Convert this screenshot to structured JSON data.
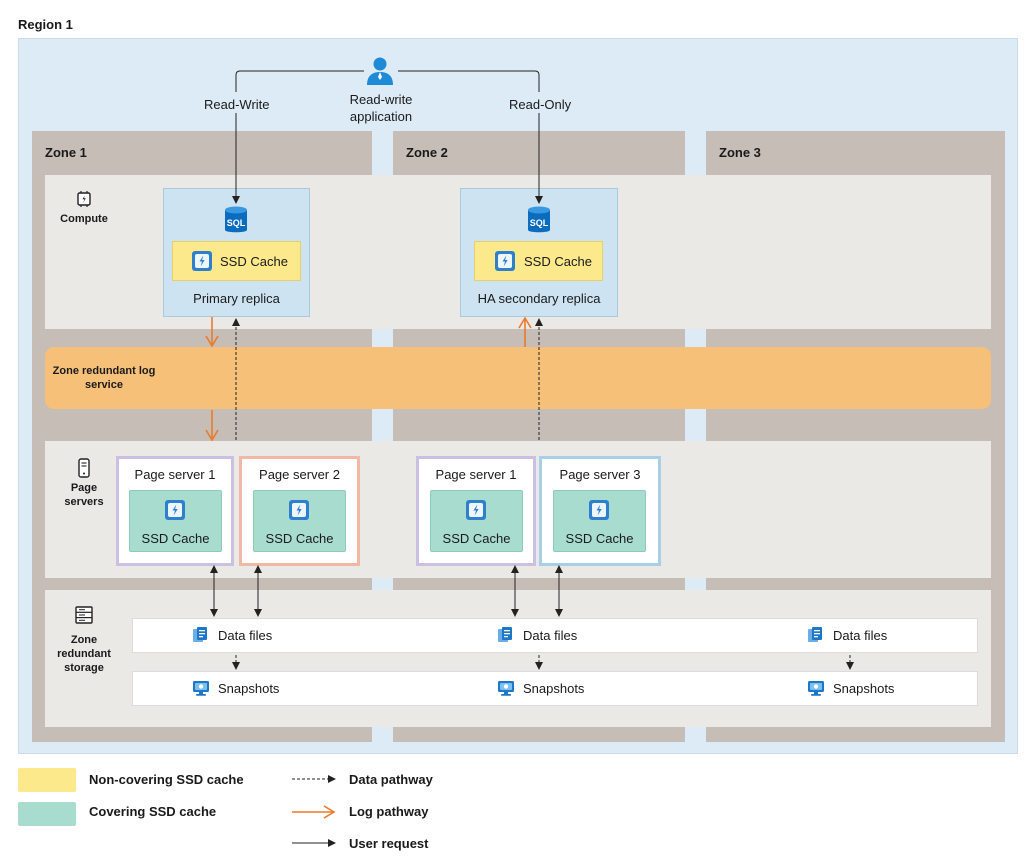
{
  "region": {
    "title": "Region 1"
  },
  "user": {
    "label": "Read-write application",
    "read_write": "Read-Write",
    "read_only": "Read-Only"
  },
  "zones": [
    {
      "title": "Zone 1"
    },
    {
      "title": "Zone 2"
    },
    {
      "title": "Zone 3"
    }
  ],
  "bands": {
    "compute": "Compute",
    "log": "Zone redundant log service",
    "page_servers": "Page servers",
    "storage": "Zone redundant storage"
  },
  "replicas": [
    {
      "name": "Primary replica",
      "sql": "SQL",
      "cache": "SSD Cache"
    },
    {
      "name": "HA secondary replica",
      "sql": "SQL",
      "cache": "SSD Cache"
    }
  ],
  "page_servers": [
    {
      "title": "Page server 1",
      "cache": "SSD Cache"
    },
    {
      "title": "Page server 2",
      "cache": "SSD Cache"
    },
    {
      "title": "Page server 1",
      "cache": "SSD Cache"
    },
    {
      "title": "Page server 3",
      "cache": "SSD Cache"
    }
  ],
  "storage": {
    "data_files": [
      "Data files",
      "Data files",
      "Data files"
    ],
    "snapshots": [
      "Snapshots",
      "Snapshots",
      "Snapshots"
    ]
  },
  "legend": {
    "non_covering": "Non-covering SSD cache",
    "covering": "Covering SSD cache",
    "data_pathway": "Data pathway",
    "log_pathway": "Log pathway",
    "user_request": "User request"
  },
  "colors": {
    "region": "#dcebf5",
    "zone": "#c5bdb6",
    "band": "#ebe9e6",
    "replica": "#cde3f1",
    "non_covering_cache": "#fbe98c",
    "covering_cache": "#a8dccf",
    "log_service": "#f6c078",
    "log_arrow": "#ea7a2c",
    "page_server_1_border": "#c9c0e4",
    "page_server_2_border": "#f2b8a6",
    "page_server_3_border": "#a9cfe6"
  },
  "icons": [
    "user-icon",
    "chip-icon",
    "sql-database-icon",
    "ssd-icon",
    "phone-icon",
    "storage-icon",
    "data-files-icon",
    "snapshot-icon"
  ]
}
